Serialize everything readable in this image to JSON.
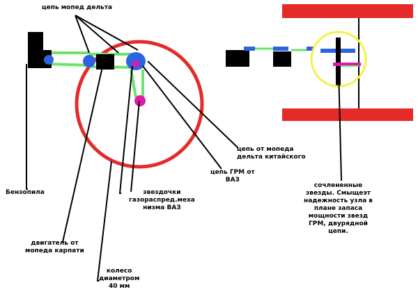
{
  "colors": {
    "black": "#000000",
    "red": "#e52a2a",
    "green": "#6ce36a",
    "blue": "#2b63e0",
    "magenta": "#e01aa6",
    "yellow": "#f2f244"
  },
  "labels": {
    "moped_chain_delta": "цепь мопед дельта",
    "chain_from_delta_chinese": "цепь от мопеда\nдельта китайского",
    "timing_chain_vaz": "цепь ГРМ от\nВАЗ",
    "timing_sprockets": "звездочки\nгазораспред.меха\nнизма ВАЗ",
    "chainsaw": "Бензопила",
    "motor_karpaty": "двигатель от\nмопеда карпати",
    "wheel_40mm": "колесо\nдиаметром\n40 мм",
    "coupled_sprockets": "сочлененные\nзвезды. Смыщеэт\nнадежность узла в\nплане запаса\nмощности звезд\nГРМ, двурядной\nцепи."
  }
}
